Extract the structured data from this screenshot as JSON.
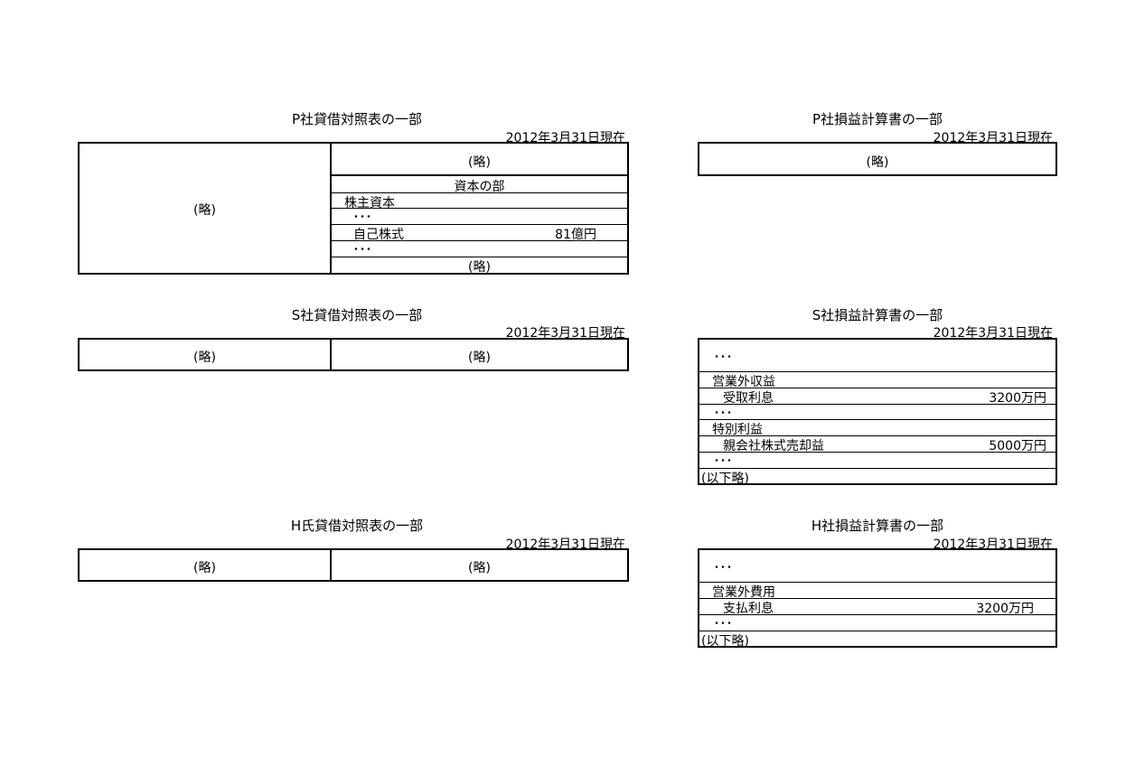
{
  "p_bs": {
    "title": "P社貸借対照表の一部",
    "date": "2012年3月31日現在",
    "left_omitted": "(略)",
    "right_top_omitted": "(略)",
    "equity_header": "資本の部",
    "shareholder_capital": "株主資本",
    "dots1": "･･･",
    "treasury_stock_label": "自己株式",
    "treasury_stock_amount": "81億円",
    "dots2": "･･･",
    "right_bottom_omitted": "(略)"
  },
  "p_pl": {
    "title": "P社損益計算書の一部",
    "date": "2012年3月31日現在",
    "omitted": "(略)"
  },
  "s_bs": {
    "title": "S社貸借対照表の一部",
    "date": "2012年3月31日現在",
    "left_omitted": "(略)",
    "right_omitted": "(略)"
  },
  "s_pl": {
    "title": "S社損益計算書の一部",
    "date": "2012年3月31日現在",
    "dots1": "･･･",
    "non_operating_income": "営業外収益",
    "interest_received_label": "受取利息",
    "interest_received_amount": "3200万円",
    "dots2": "･･･",
    "extraordinary_gain": "特別利益",
    "parent_stock_gain_label": "親会社株式売却益",
    "parent_stock_gain_amount": "5000万円",
    "dots3": "･･･",
    "rest_omitted": "(以下略)"
  },
  "h_bs": {
    "title": "H氏貸借対照表の一部",
    "date": "2012年3月31日現在",
    "left_omitted": "(略)",
    "right_omitted": "(略)"
  },
  "h_pl": {
    "title": "H社損益計算書の一部",
    "date": "2012年3月31日現在",
    "dots1": "･･･",
    "non_operating_expense": "営業外費用",
    "interest_paid_label": "支払利息",
    "interest_paid_amount": "3200万円",
    "dots2": "･･･",
    "rest_omitted": "(以下略)"
  }
}
